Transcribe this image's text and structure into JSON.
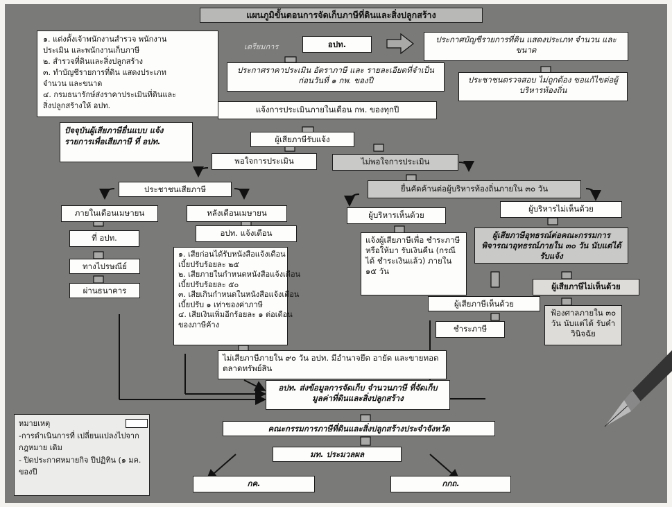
{
  "title": "แผนภูมิขั้นตอนการจัดเก็บภาษีที่ดินและสิ่งปลูกสร้าง",
  "top_left_list": [
    "๑. แต่งตั้งเจ้าพนักงานสำรวจ พนักงาน",
    "ประเมิน และพนักงานเก็บภาษี",
    "๒. สำรวจที่ดินและสิ่งปลูกสร้าง",
    "๓. ทำบัญชีรายการที่ดิน แสดงประเภท",
    "จำนวน และขนาด",
    "๔. กรมธนารักษ์ส่งราคาประเมินที่ดินและ",
    "สิ่งปลูกสร้างให้ อปท."
  ],
  "start_tag": "เตรียมการ",
  "opt": "อปท.",
  "announce_list": "ประกาศบัญชีรายการที่ดิน แสดงประเภท จำนวน และขนาด",
  "announce_price": "ประกาศราคาประเมิน อัตราภาษี และ รายละเอียดที่จำเป็น ก่อนวันที่ ๑ กพ. ของปี",
  "public_check": "ประชาชนตรวจสอบ ไม่ถูกต้อง ขอแก้ไขต่อผู้บริหารท้องถิ่น",
  "notify_assess": "แจ้งการประเมินภายในเดือน กพ. ของทุกปี",
  "current_note": "ปัจจุบันผู้เสียภาษียื่นแบบ แจ้งรายการเพื่อเสียภาษี ที่ อปท.",
  "taxpayer_notified": "ผู้เสียภาษีรับแจ้ง",
  "satisfied": "พอใจการประเมิน",
  "unsatisfied": "ไม่พอใจการประเมิน",
  "appeal": "ยื่นคัดค้านต่อผู้บริหารท้องถิ่นภายใน ๓๐ วัน",
  "public_pay": "ประชาชนเสียภาษี",
  "within_april": "ภายในเดือนเมษายน",
  "after_april": "หลังเดือนเมษายน",
  "admin_agree": "ผู้บริหารเห็นด้วย",
  "admin_disagree": "ผู้บริหารไม่เห็นด้วย",
  "at_opt": "ที่ อปท.",
  "opt_notify": "อปท. แจ้งเตือน",
  "notify_refund": "แจ้งผู้เสียภาษีเพื่อ ชำระภาษีหรือให้มา รับเงินคืน (กรณีได้ ชำระเงินแล้ว) ภายใน ๑๕ วัน",
  "appeal_committee": "ผู้เสียภาษีอุทธรณ์ต่อคณะกรรมการ พิจารณาอุทธรณ์ภายใน ๓๐ วัน นับแต่ได้รับแจ้ง",
  "by_post": "ทางไปรษณีย์",
  "penalties": [
    "๑. เสียก่อนได้รับหนังสือแจ้งเตือน",
    "เบี้ยปรับร้อยละ ๒๕",
    "๒. เสียภายในกำหนดหนังสือแจ้งเตือน",
    "เบี้ยปรับร้อยละ ๕๐",
    "๓. เสียเกินกำหนดในหนังสือแจ้งเตือน",
    "เบี้ยปรับ ๑ เท่าของค่าภาษี",
    "๔. เสียเงินเพิ่มอีกร้อยละ ๑ ต่อเดือน",
    "ของภาษีค้าง"
  ],
  "taxpayer_disagree": "ผู้เสียภาษีไม่เห็นด้วย",
  "via_bank": "ผ่านธนาคาร",
  "taxpayer_agree": "ผู้เสียภาษีเห็นด้วย",
  "sue": "ฟ้องศาลภายใน ๓๐ วัน นับแต่ได้ รับคำวินิจฉัย",
  "pay_tax": "ชำระภาษี",
  "seize": "ไม่เสียภาษีภายใน ๙๐ วัน อปท. มีอำนาจยึด อายัด และขายทอดตลาดทรัพย์สิน",
  "send_data": "อปท. ส่งข้อมูลการจัดเก็บ จำนวนภาษี ที่จัดเก็บ มูลค่าที่ดินและสิ่งปลูกสร้าง",
  "committee": "คณะกรรมการภาษีที่ดินและสิ่งปลูกสร้างประจำจังหวัด",
  "moi": "มท. ประมวลผล",
  "kk": "กค.",
  "kkk": "กกถ.",
  "legend": {
    "title": "หมายเหตุ",
    "item1": "-การดำเนินการที่ เปลี่ยนแปลงไปจากกฎหมาย เดิม",
    "item2": "- ปิดประกาศหมายกิจ ปีปฏิทิน (๑ มค. ของปี"
  }
}
